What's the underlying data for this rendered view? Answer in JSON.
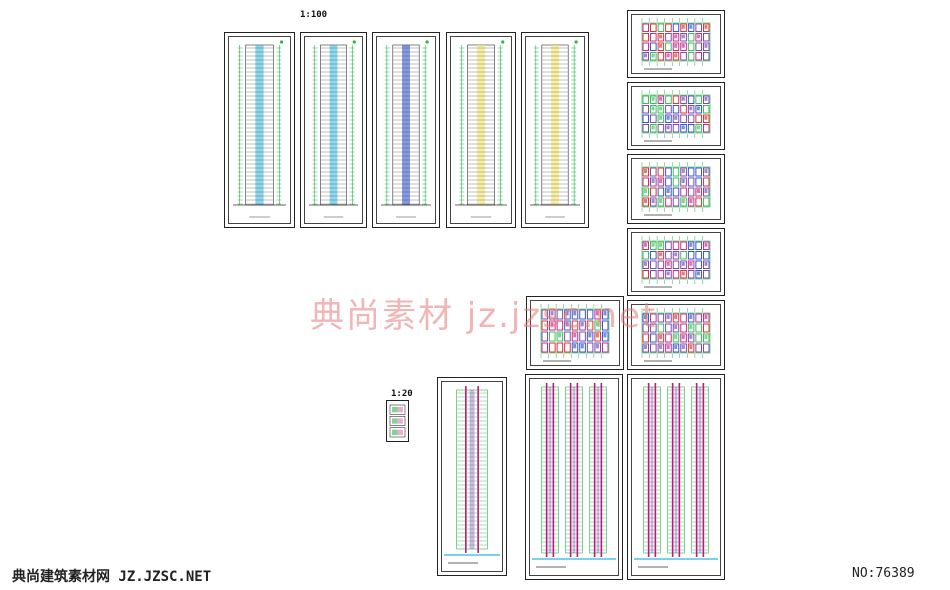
{
  "scale_labels": {
    "elevations": "1:100",
    "details": "1:20"
  },
  "watermark": {
    "text": "典尚素材 jz.jzsc.net"
  },
  "footer": {
    "site_name": "典尚建筑素材网 JZ.JZSC.NET",
    "number": "NO:76389"
  },
  "colors": {
    "green": "#2bb54a",
    "magenta": "#c0187f",
    "purple": "#6b3aa8",
    "cyan": "#29b6e0",
    "yellow": "#f2e35a",
    "blue": "#2244cc",
    "red": "#d62222",
    "dark": "#333333"
  }
}
